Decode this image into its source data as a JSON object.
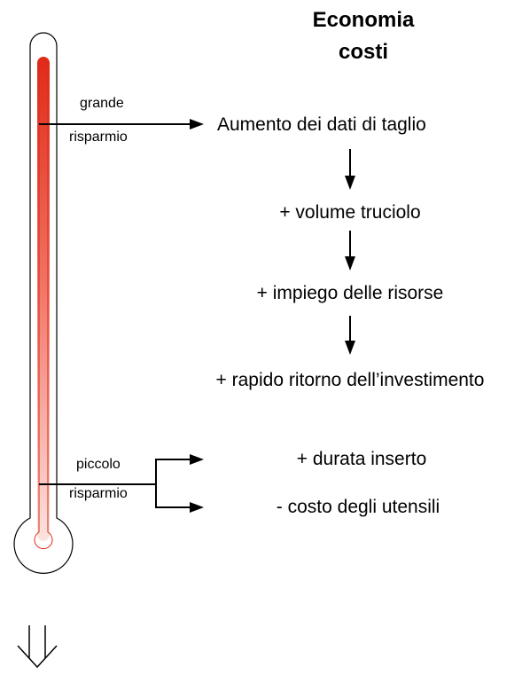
{
  "title": {
    "line1": "Economia",
    "line2": "costi"
  },
  "high_branch": {
    "label_line1": "grande",
    "label_line2": "risparmio",
    "steps": [
      "Aumento dei dati di taglio",
      "+ volume truciolo",
      "+ impiego delle risorse",
      "+ rapido ritorno dell’investimento"
    ]
  },
  "low_branch": {
    "label_line1": "piccolo",
    "label_line2": "risparmio",
    "outcomes": [
      "+ durata inserto",
      "- costo degli utensili"
    ]
  },
  "colors": {
    "mercury_top": "#e02a18",
    "mercury_bottom": "#fbe3df",
    "bulb_outline": "#e02a18",
    "lines": "#000000"
  }
}
